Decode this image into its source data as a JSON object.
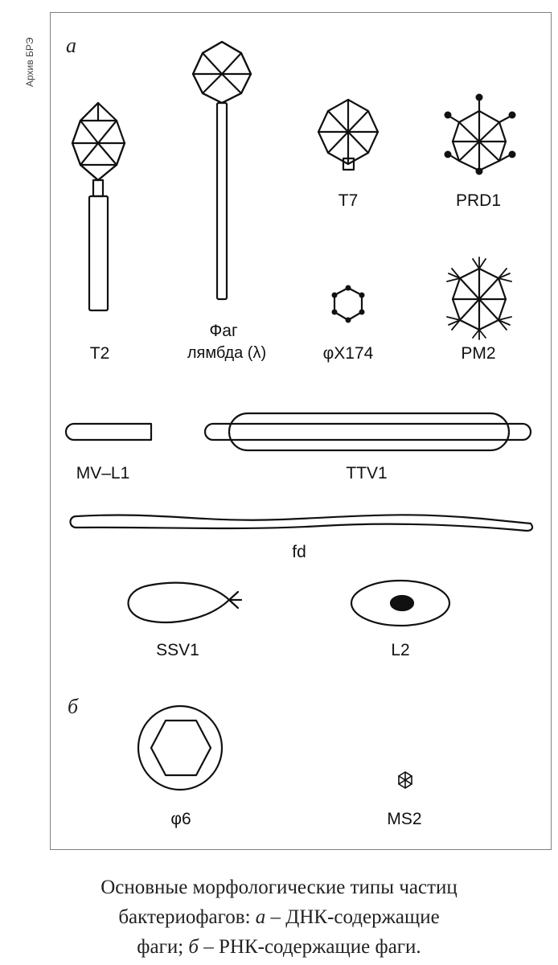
{
  "archive_label": "Архив БРЭ",
  "sections": {
    "a": "а",
    "b": "б"
  },
  "labels": {
    "t2": "T2",
    "lambda_line1": "Фаг",
    "lambda_line2": "лямбда (λ)",
    "t7": "T7",
    "prd1": "PRD1",
    "phix174": "φX174",
    "pm2": "PM2",
    "mvl1": "MV–L1",
    "ttv1": "TTV1",
    "fd": "fd",
    "ssv1": "SSV1",
    "l2": "L2",
    "phi6": "φ6",
    "ms2": "MS2"
  },
  "caption": {
    "line1": "Основные морфологические типы частиц",
    "line2_pre": "бактериофагов: ",
    "line2_a": "а",
    "line2_post": " – ДНК-содержащие",
    "line3_pre": "фаги; ",
    "line3_b": "б",
    "line3_post": " – РНК-содержащие фаги."
  }
}
